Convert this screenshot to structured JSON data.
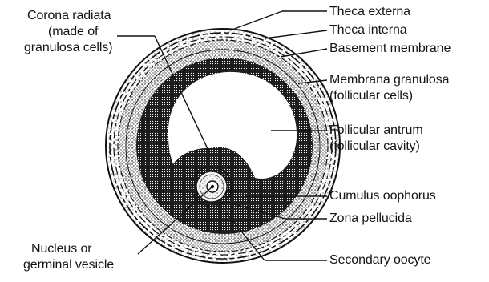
{
  "labels": {
    "corona_radiata": {
      "line1": "Corona radiata",
      "line2": "(made of",
      "line3": "granulosa cells)"
    },
    "theca_externa": "Theca externa",
    "theca_interna": "Theca interna",
    "basement_membrane": "Basement membrane",
    "membrana_granulosa": {
      "line1": "Membrana granulosa",
      "line2": "(follicular cells)"
    },
    "follicular_antrum": {
      "line1": "Follicular antrum",
      "line2": "(follicular cavity)"
    },
    "cumulus_oophorus": "Cumulus oophorus",
    "zona_pellucida": "Zona pellucida",
    "nucleus": {
      "line1": "Nucleus or",
      "line2": "germinal vesicle"
    },
    "secondary_oocyte": "Secondary oocyte"
  },
  "colors": {
    "ink": "#141414",
    "paper": "#ffffff"
  }
}
